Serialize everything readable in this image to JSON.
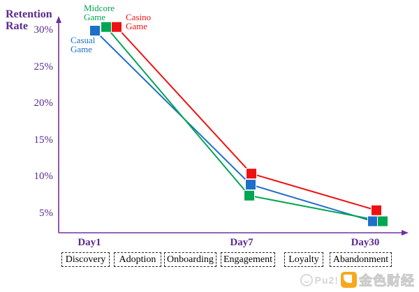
{
  "chart_title": {
    "line1": "Retention",
    "line2": "Rate"
  },
  "chart_data": {
    "type": "line",
    "categories": [
      "Day1",
      "Day7",
      "Day30"
    ],
    "series": [
      {
        "name": "Casual Game",
        "color": "#1E6FC8",
        "values": [
          30,
          9,
          4
        ]
      },
      {
        "name": "Midcore Game",
        "color": "#00A651",
        "values": [
          30.5,
          7.5,
          4
        ]
      },
      {
        "name": "Casino Game",
        "color": "#EE1111",
        "values": [
          30.5,
          10.5,
          5.5
        ]
      }
    ],
    "ylabel": "Retention Rate",
    "yticks": [
      30,
      25,
      20,
      15,
      10,
      5
    ],
    "ytick_suffix": "%",
    "ylim": [
      0,
      32
    ],
    "grid": false,
    "legend_position": "inline-labels-near-first-point",
    "axis_color": "#7030A0",
    "marker_shape": "square"
  },
  "stages": [
    "Discovery",
    "Adoption",
    "Onboarding",
    "Engagement",
    "Loyalty",
    "Abandonment"
  ],
  "watermark": {
    "prefix": "Pu2!",
    "brand": "金色财经",
    "logo_color": "#F7A81E"
  }
}
